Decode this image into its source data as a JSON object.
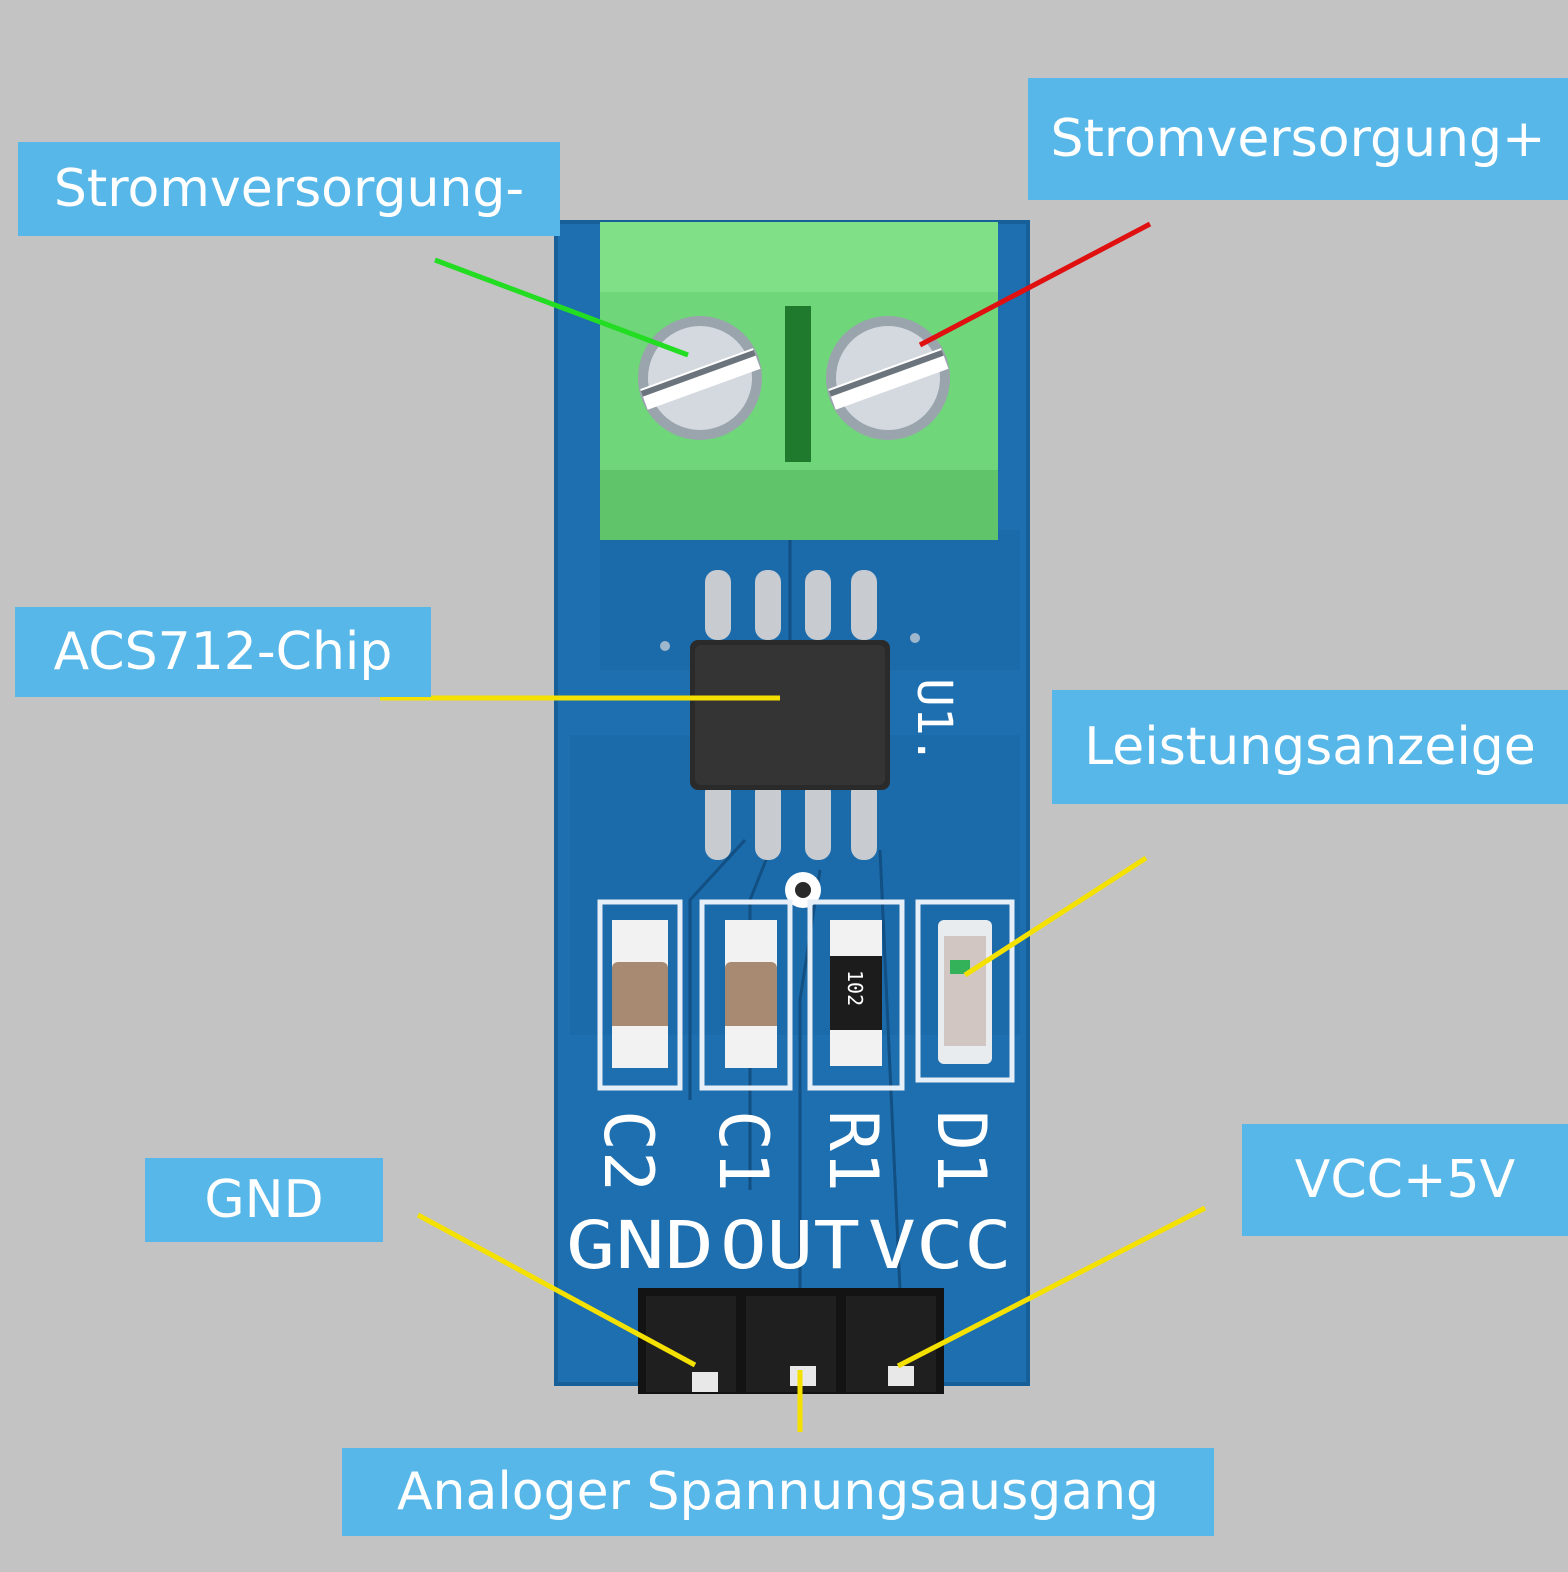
{
  "labels": {
    "power_minus": "Stromversorgung-",
    "power_plus": "Stromversorgung+",
    "chip": "ACS712-Chip",
    "power_indicator": "Leistungsanzeige",
    "gnd": "GND",
    "vcc": "VCC+5V",
    "analog_out": "Analoger Spannungsausgang"
  },
  "silkscreen": {
    "u1": "U1.",
    "c2": "C2",
    "c1": "C1",
    "r1": "R1",
    "d1": "D1",
    "pin_gnd": "GND",
    "pin_out": "OUT",
    "pin_vcc": "VCC",
    "resistor_code": "102"
  },
  "colors": {
    "background": "#c3c3c3",
    "label_bg": "#57b7e9",
    "pcb": "#1d6fb0",
    "terminal": "#6fd67a",
    "line_green": "#22dd22",
    "line_red": "#e01010",
    "line_yellow": "#f5e100"
  }
}
